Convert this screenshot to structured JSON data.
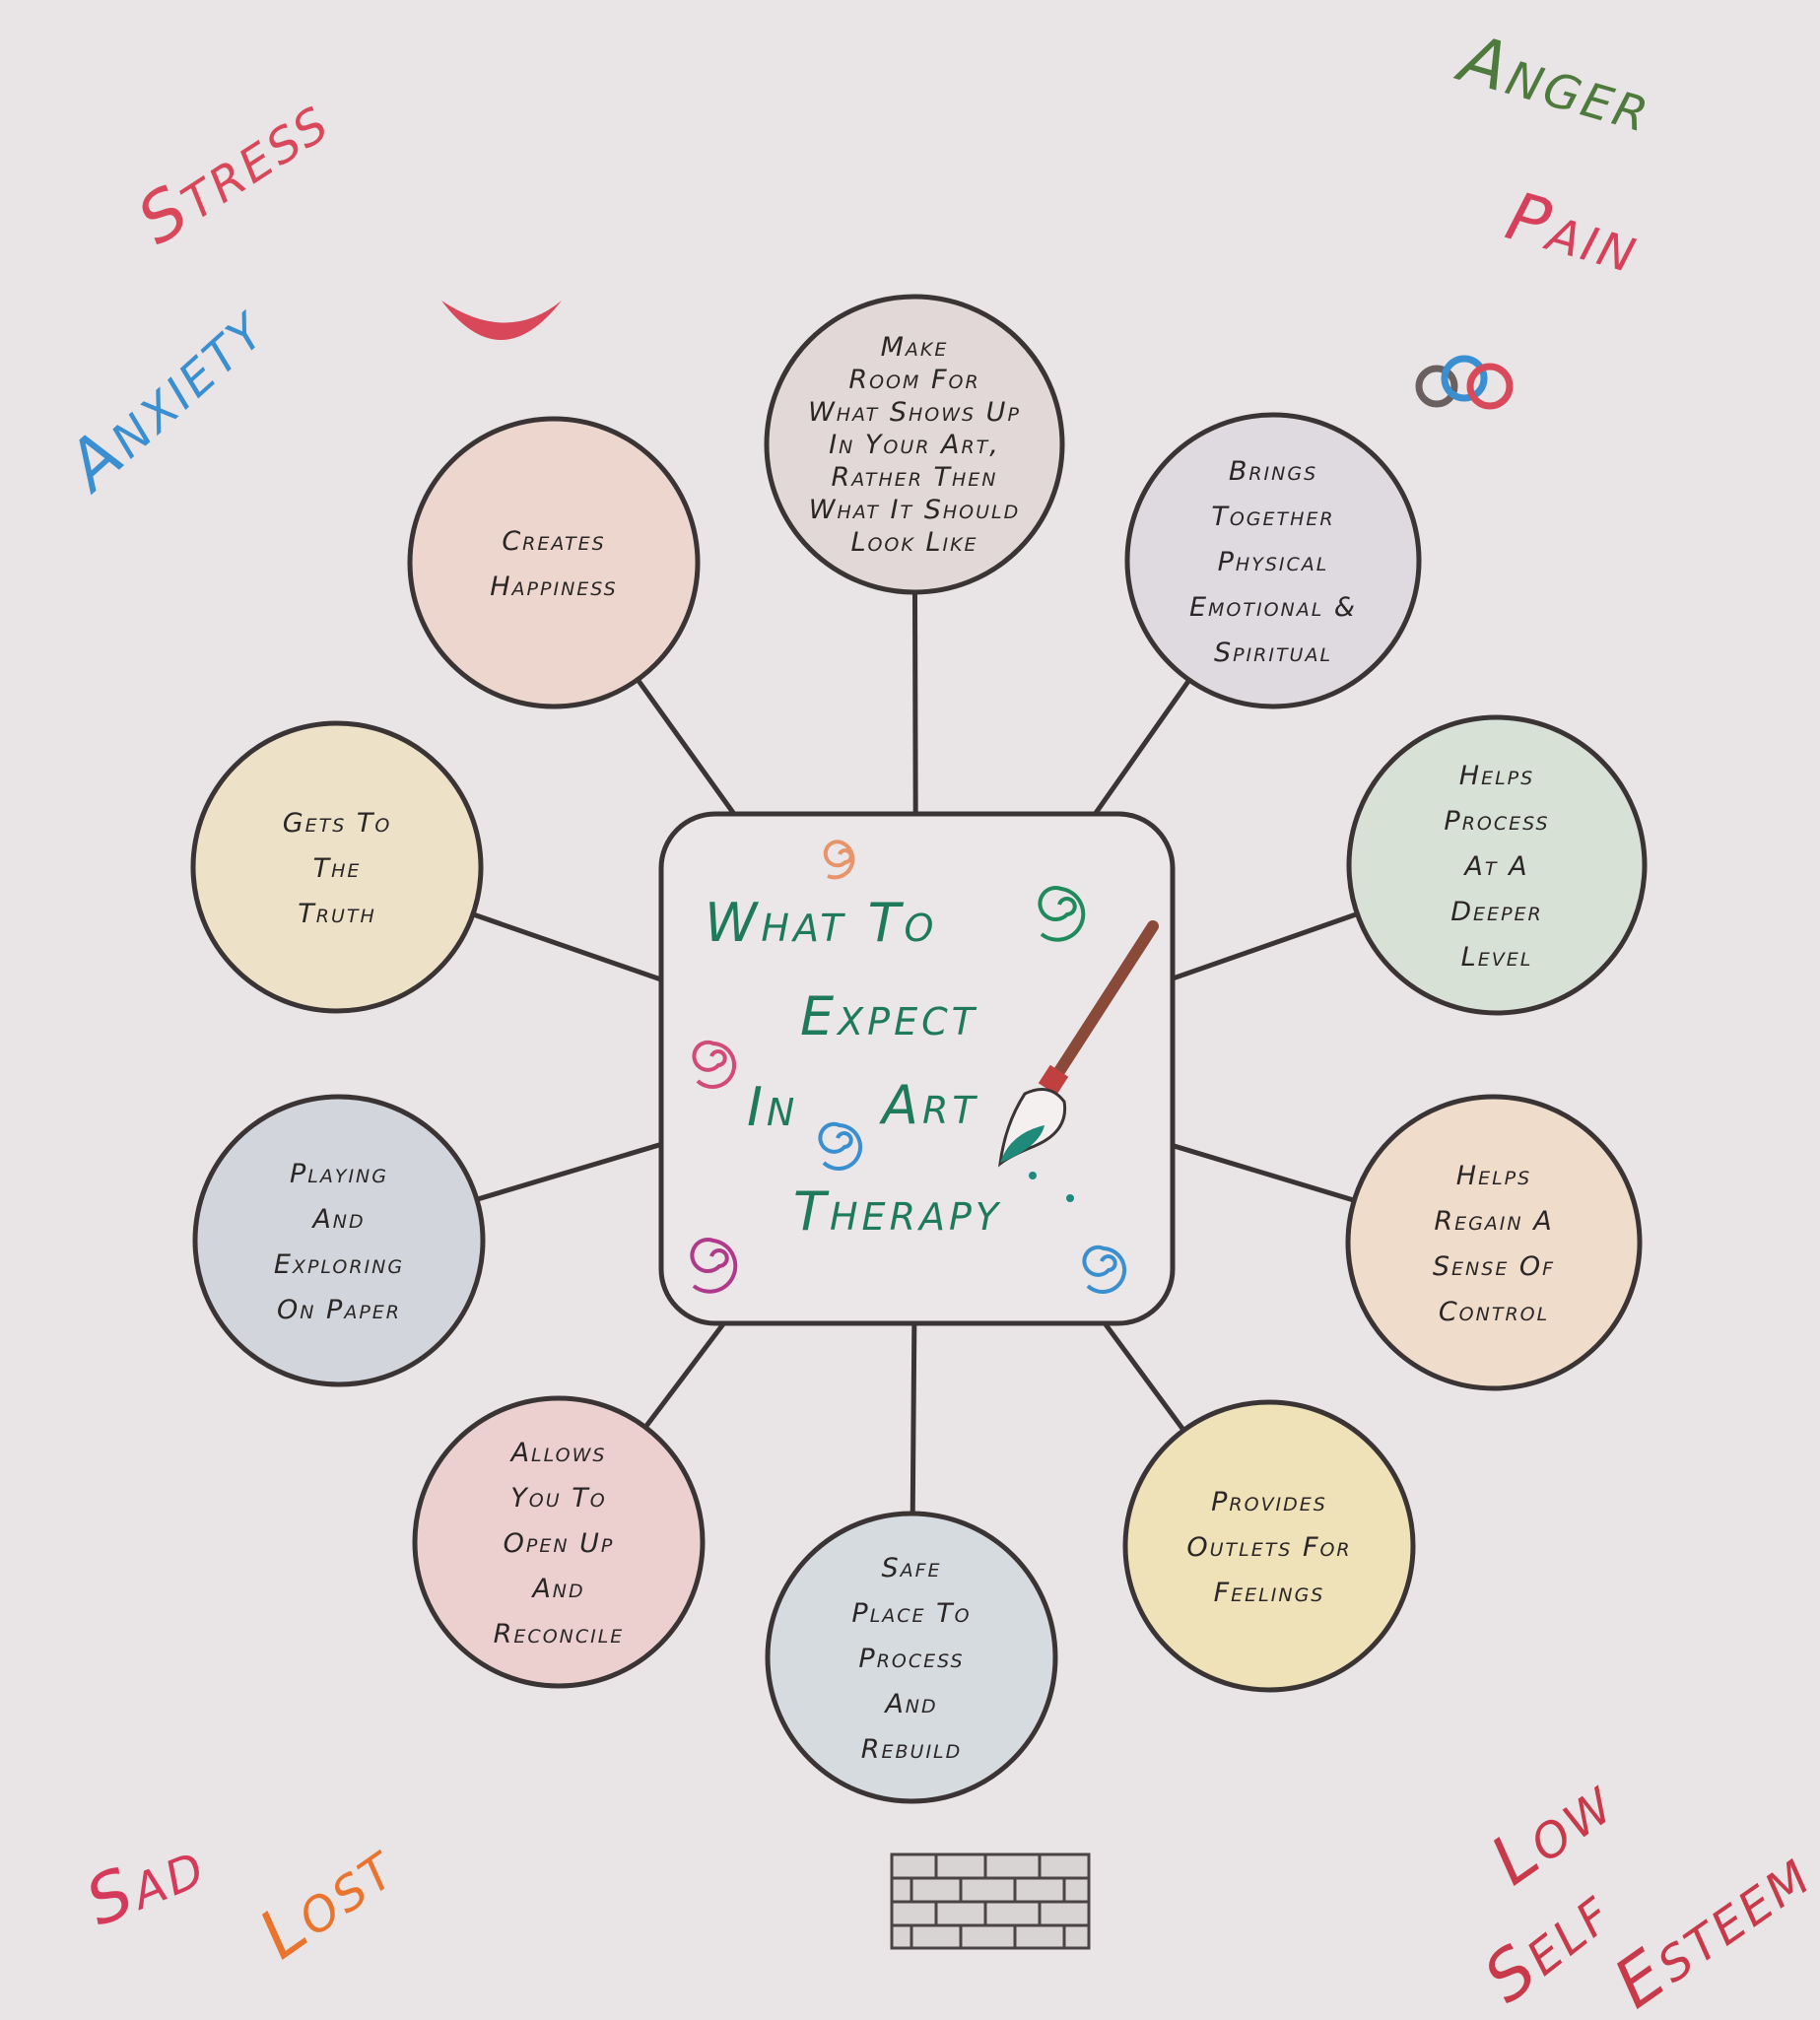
{
  "title": {
    "lines": [
      "What To",
      "Expect",
      "In",
      "Art",
      "Therapy"
    ],
    "color": "#1f7a5c"
  },
  "nodes": [
    {
      "name": "creates-happiness",
      "lines": [
        "Creates",
        "Happiness"
      ],
      "fill": "#ecd6cd"
    },
    {
      "name": "make-room",
      "lines": [
        "Make",
        "Room For",
        "What Shows Up",
        "In Your Art,",
        "Rather Then",
        "What It Should",
        "Look Like"
      ],
      "fill": "#e3d8d8"
    },
    {
      "name": "brings-together",
      "lines": [
        "Brings",
        "Together",
        "Physical",
        "Emotional &",
        "Spiritual"
      ],
      "fill": "#dedadf"
    },
    {
      "name": "gets-to-the-truth",
      "lines": [
        "Gets To",
        "The",
        "Truth"
      ],
      "fill": "#ede2c8"
    },
    {
      "name": "helps-process-deeper",
      "lines": [
        "Helps",
        "Process",
        "At A",
        "Deeper",
        "Level"
      ],
      "fill": "#d8e1d6"
    },
    {
      "name": "playing-and-exploring",
      "lines": [
        "Playing",
        "And",
        "Exploring",
        "On Paper"
      ],
      "fill": "#d2d5db"
    },
    {
      "name": "helps-regain-control",
      "lines": [
        "Helps",
        "Regain A",
        "Sense Of",
        "Control"
      ],
      "fill": "#efdccb"
    },
    {
      "name": "allows-you-to-open-up",
      "lines": [
        "Allows",
        "You To",
        "Open Up",
        "And",
        "Reconcile"
      ],
      "fill": "#ecd0d0"
    },
    {
      "name": "safe-place",
      "lines": [
        "Safe",
        "Place To",
        "Process",
        "And",
        "Rebuild"
      ],
      "fill": "#d6dbe0"
    },
    {
      "name": "provides-outlets",
      "lines": [
        "Provides",
        "Outlets For",
        "Feelings"
      ],
      "fill": "#efe2b9"
    }
  ],
  "corner_words": [
    {
      "name": "stress",
      "text": "Stress",
      "color": "#d8485a"
    },
    {
      "name": "anxiety",
      "text": "Anxiety",
      "color": "#3a8fd0"
    },
    {
      "name": "anger",
      "text": "Anger",
      "color": "#4f7a3e"
    },
    {
      "name": "pain",
      "text": "Pain",
      "color": "#d6405a"
    },
    {
      "name": "sad",
      "text": "Sad",
      "color": "#d63a5a"
    },
    {
      "name": "lost",
      "text": "Lost",
      "color": "#e8742e"
    },
    {
      "name": "low",
      "text": "Low",
      "color": "#c83a4a"
    },
    {
      "name": "self",
      "text": "Self",
      "color": "#c83a4a"
    },
    {
      "name": "esteem",
      "text": "Esteem",
      "color": "#c83a4a"
    }
  ]
}
